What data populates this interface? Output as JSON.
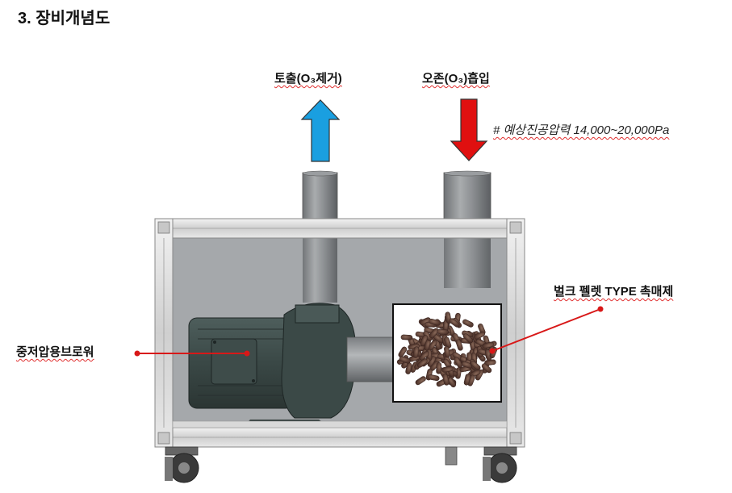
{
  "title": "3. 장비개념도",
  "labels": {
    "outlet": "토출(O₃제거)",
    "inlet": "오존(O₃)흡입",
    "pressure_note": "# 예상진공압력 14,000~20,000Pa",
    "catalyst": "벌크 펠렛 TYPE 촉매제",
    "blower": "중저압용브로워"
  },
  "colors": {
    "outlet_arrow": "#1a9fe0",
    "inlet_arrow": "#e01010",
    "callout": "#d81818"
  }
}
